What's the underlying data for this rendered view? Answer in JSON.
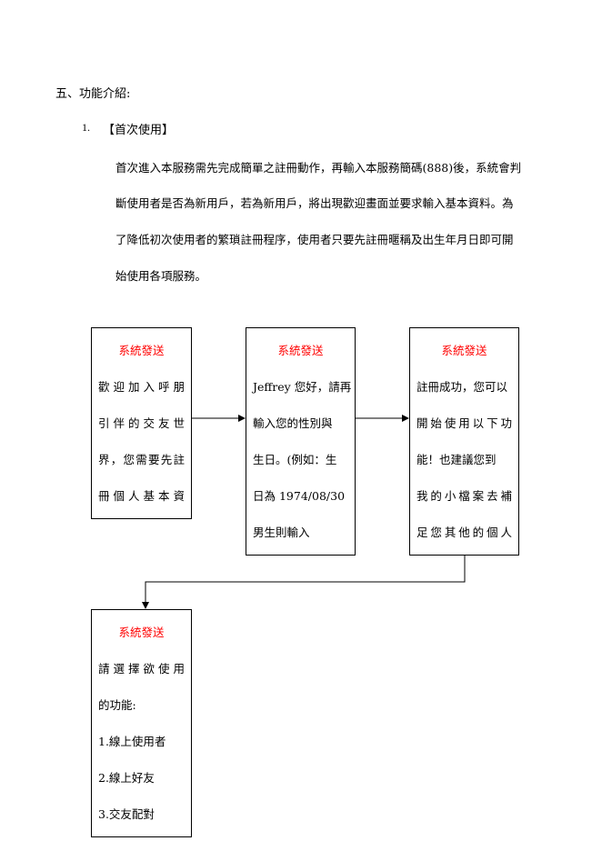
{
  "section": {
    "title": "五、功能介紹:"
  },
  "item": {
    "number": "1.",
    "heading": "【首次使用】",
    "paragraph_lines": [
      "首次進入本服務需先完成簡單之註冊動作，再輸入本服務簡碼(888)後，系統會判",
      "斷使用者是否為新用戶，若為新用戶，將出現歡迎畫面並要求輸入基本資料。為",
      "了降低初次使用者的繁瑣註冊程序，使用者只要先註冊暱稱及出生年月日即可開",
      "始使用各項服務。"
    ]
  },
  "flow": {
    "box1": {
      "header": "系統發送",
      "lines": [
        "歡迎加入呼朋",
        "引伴的交友世",
        "界，您需要先註",
        "冊個人基本資"
      ]
    },
    "box2": {
      "header": "系統發送",
      "lines": [
        "Jeffrey 您好，請再",
        "輸入您的性別與",
        "生日。(例如：生",
        "日為 1974/08/30",
        "男生則輸入"
      ]
    },
    "box3": {
      "header": "系統發送",
      "lines": [
        "註冊成功，您可以",
        "開始使用以下功",
        "能！也建議您到",
        "我的小檔案去補",
        "足您其他的個人"
      ]
    },
    "box4": {
      "header": "系統發送",
      "lines": [
        "請選擇欲使用",
        "的功能:",
        "1.線上使用者",
        "2.線上好友",
        "3.交友配對"
      ]
    }
  },
  "colors": {
    "header_red": "#ff0000",
    "text": "#000000"
  }
}
